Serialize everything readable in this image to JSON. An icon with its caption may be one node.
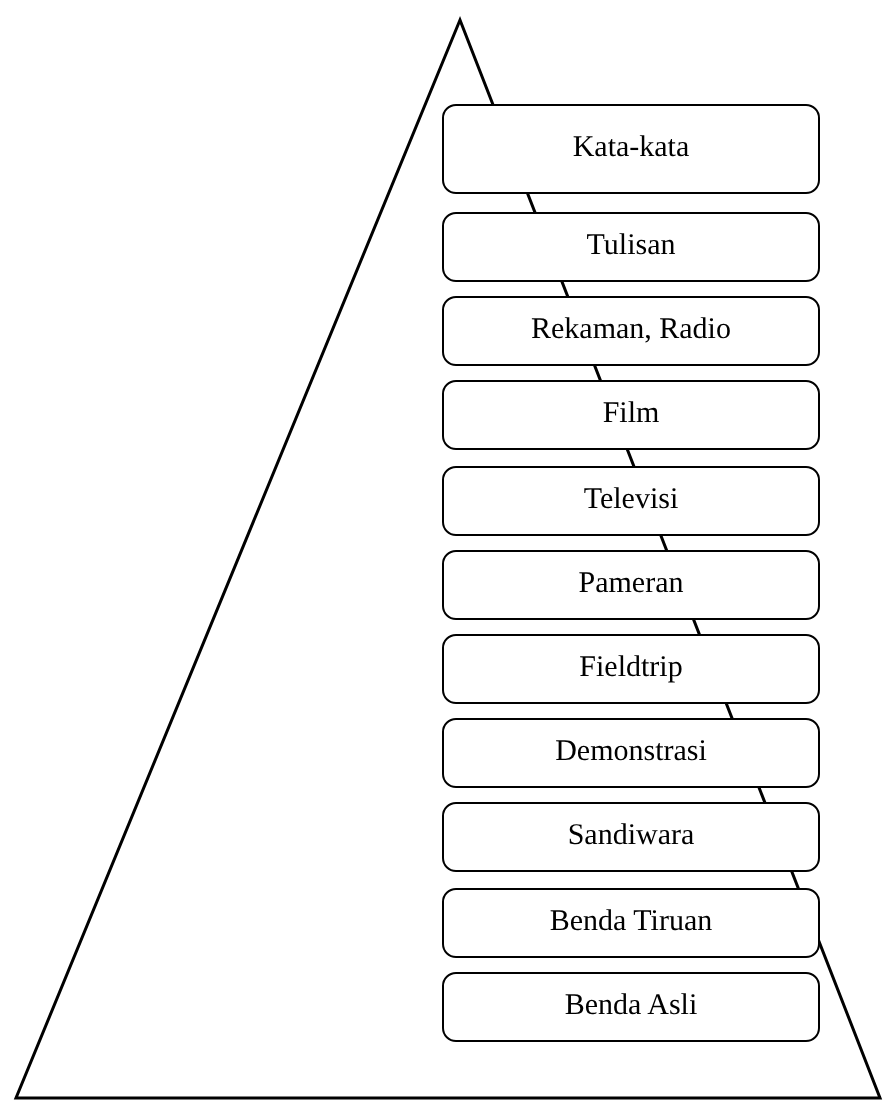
{
  "diagram": {
    "nodes": [
      {
        "text": [
          "Kata-kata"
        ]
      },
      {
        "text": [
          "Tulisan"
        ]
      },
      {
        "text": [
          "Rekaman, Radio"
        ]
      },
      {
        "text": [
          "Film"
        ]
      },
      {
        "text": [
          "Televisi"
        ]
      },
      {
        "text": [
          "Pameran"
        ]
      },
      {
        "text": [
          "Fieldtrip"
        ]
      },
      {
        "text": [
          "Demonstrasi"
        ]
      },
      {
        "text": [
          "Sandiwara"
        ]
      },
      {
        "text": [
          "Benda Tiruan"
        ]
      },
      {
        "text": [
          "Benda Asli"
        ]
      }
    ]
  }
}
